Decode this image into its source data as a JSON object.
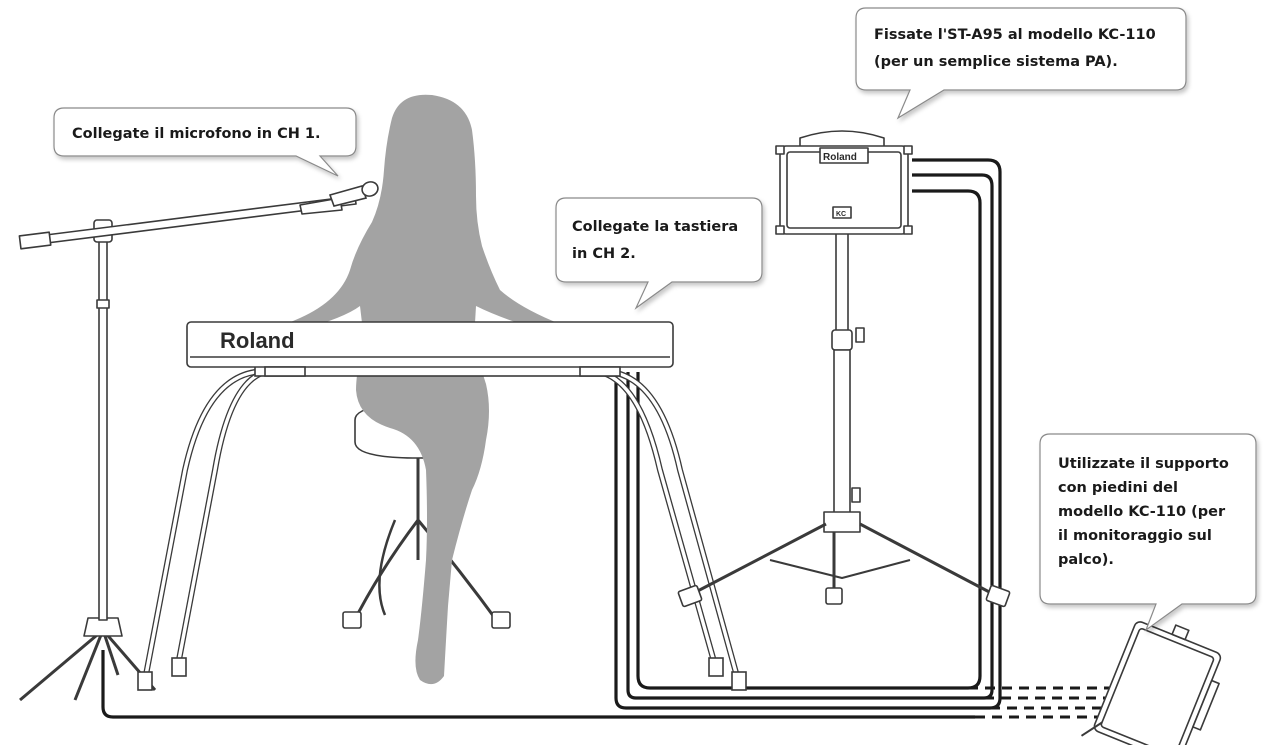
{
  "callouts": {
    "microphone": {
      "lines": [
        "Collegate il microfono in CH 1."
      ]
    },
    "keyboard": {
      "lines": [
        "Collegate la tastiera",
        "in CH 2."
      ]
    },
    "pa": {
      "lines": [
        "Fissate l'ST-A95 al modello KC-110",
        "(per un semplice sistema PA)."
      ]
    },
    "monitor": {
      "lines": [
        "Utilizzate il supporto",
        "con piedini del",
        "modello KC-110 (per",
        "il monitoraggio sul",
        "palco)."
      ]
    }
  },
  "brands": {
    "keyboard": "Roland",
    "amp": "Roland",
    "amp_badge": "KC"
  },
  "colors": {
    "silhouette": "#a3a3a3",
    "cable": "#1a1a1a",
    "outline": "#3a3a3a",
    "callout_fill": "#ffffff",
    "callout_border": "#8a8a8a"
  }
}
